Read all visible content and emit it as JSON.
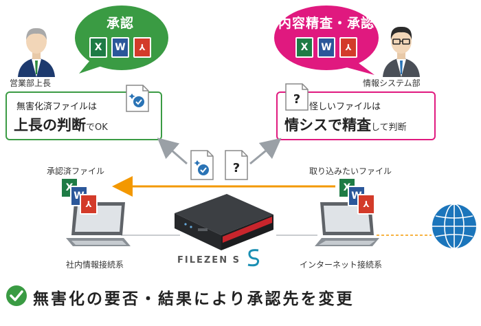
{
  "bubbles": {
    "left_title": "承認",
    "right_title": "内容精査・承認"
  },
  "people": {
    "left_label": "営業部上長",
    "right_label": "情報システム部"
  },
  "left_box": {
    "line1": "無害化済ファイルは",
    "line2_main": "上長の判断",
    "line2_tail": "でOK"
  },
  "right_box": {
    "line1": "怪しいファイルは",
    "line2_main": "情シスで精査",
    "line2_tail": "して判断"
  },
  "captions": {
    "approved_files": "承認済ファイル",
    "import_files": "取り込みたいファイル",
    "internal_network": "社内情報接続系",
    "internet_network": "インターネット接続系"
  },
  "file_letters": {
    "excel": "X",
    "word": "W",
    "pdf": "⅄"
  },
  "brand": "FILEZEN S",
  "footer": "無害化の要否・結果により承認先を変更",
  "colors": {
    "green": "#3a9b43",
    "pink": "#e0197f",
    "arrow_orange": "#f39800",
    "gray_line": "#9aa0a6"
  }
}
